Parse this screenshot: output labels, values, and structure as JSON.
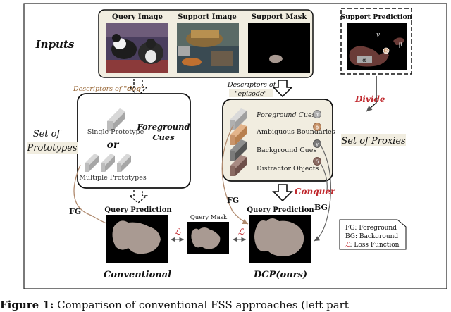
{
  "inputs": {
    "label": "Inputs",
    "query_image": "Query Image",
    "support_image": "Support Image",
    "support_mask": "Support Mask"
  },
  "support_prediction": {
    "title": "Support Prediction",
    "marks": [
      "v",
      "ϕ",
      "α",
      "β"
    ]
  },
  "descriptors": {
    "dog_prefix": "Descriptors of",
    "dog_name": "\"dog\"",
    "episode_prefix": "Descriptors of",
    "episode_name": "\"episode\""
  },
  "divide": "Divide",
  "conquer": "Conquer",
  "prototypes": {
    "set_label_1": "Set of",
    "set_label_2": "Prototypes",
    "single": "Single Prototype",
    "or": "or",
    "multiple": "Multiple Prototypes",
    "fg_cues_1": "Foreground",
    "fg_cues_2": "Cues"
  },
  "proxies": {
    "set_label": "Set of Proxies",
    "items": [
      {
        "label": "Foreground Cues",
        "mark": "α",
        "color": "#b0b0b0"
      },
      {
        "label": "Ambiguous Boundaries",
        "mark": "ϕ",
        "color": "#c8946a"
      },
      {
        "label": "Background Cues",
        "mark": "γ",
        "color": "#7a7a7a"
      },
      {
        "label": "Distractor Objects",
        "mark": "δ",
        "color": "#8a6a62"
      }
    ]
  },
  "bottom": {
    "fg_left": "FG",
    "fg_right": "FG",
    "bg": "BG",
    "query_prediction_left": "Query Prediction",
    "query_mask": "Query Mask",
    "query_prediction_right": "Query Prediction",
    "loss_left": "ℒ",
    "loss_right": "ℒ",
    "conventional": "Conventional",
    "dcp": "DCP(ours)"
  },
  "legend": {
    "fg": "FG: Foreground",
    "bg": "BG: Background",
    "loss_symbol": "ℒ",
    "loss": ": Loss Function"
  },
  "caption": {
    "label": "Figure 1:",
    "text": "Comparison of conventional FSS approaches (left part"
  },
  "colors": {
    "cream": "#f1ede0",
    "accent_red": "#c0282d",
    "descriptor_brown": "#9b6a3a",
    "silhouette": "#a99a92"
  }
}
